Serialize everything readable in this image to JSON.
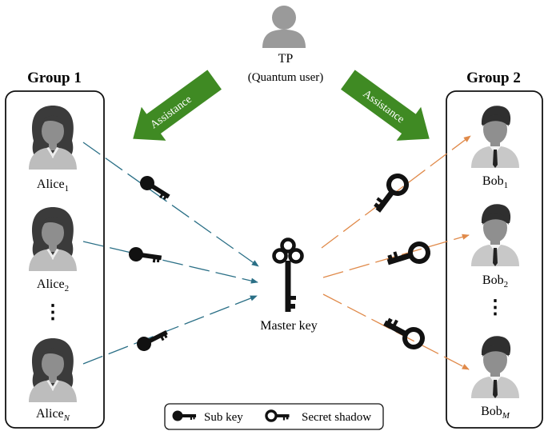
{
  "tp": {
    "label": "TP",
    "sublabel": "(Quantum user)"
  },
  "groups": {
    "left": {
      "title": "Group 1"
    },
    "right": {
      "title": "Group 2"
    }
  },
  "assistance": {
    "left": "Assistance",
    "right": "Assistance"
  },
  "alices": [
    {
      "name": "Alice",
      "sub": "1"
    },
    {
      "name": "Alice",
      "sub": "2"
    },
    {
      "name": "Alice",
      "sub": "N"
    }
  ],
  "bobs": [
    {
      "name": "Bob",
      "sub": "1"
    },
    {
      "name": "Bob",
      "sub": "2"
    },
    {
      "name": "Bob",
      "sub": "M"
    }
  ],
  "ellipsis": "⋮",
  "master_key": {
    "label": "Master key"
  },
  "legend": {
    "sub_key": "Sub key",
    "secret_shadow": "Secret shadow"
  },
  "colors": {
    "alice_arrows": "#2a6f86",
    "bob_arrows": "#e08a4a",
    "assistance_arrow": "#3f8a23",
    "key": "#111111",
    "tp_figure": "#9a9a9a",
    "box_stroke": "#111111"
  }
}
